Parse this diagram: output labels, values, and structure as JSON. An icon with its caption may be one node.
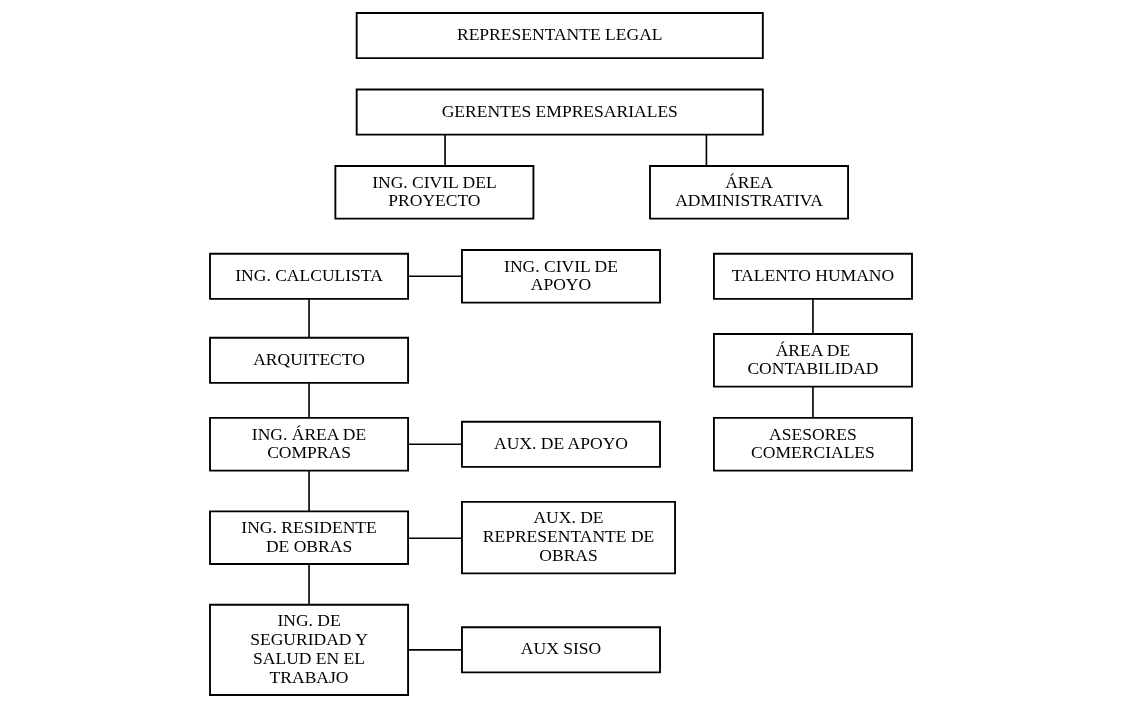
{
  "diagram": {
    "nodes": [
      {
        "text": [
          "REPRESENTANTE LEGAL"
        ]
      },
      {
        "text": [
          "GERENTES EMPRESARIALES"
        ]
      },
      {
        "text": [
          "ING. CIVIL DEL PROYECTO"
        ]
      },
      {
        "text": [
          "ÁREA ADMINISTRATIVA"
        ]
      },
      {
        "text": [
          "ING. CALCULISTA"
        ]
      },
      {
        "text": [
          "ING. CIVIL DE APOYO"
        ]
      },
      {
        "text": [
          "TALENTO HUMANO"
        ]
      },
      {
        "text": [
          "ARQUITECTO"
        ]
      },
      {
        "text": [
          "ÁREA DE CONTABILIDAD"
        ]
      },
      {
        "text": [
          "ING. ÁREA DE COMPRAS"
        ]
      },
      {
        "text": [
          "AUX. DE APOYO"
        ]
      },
      {
        "text": [
          "ASESORES COMERCIALES"
        ]
      },
      {
        "text": [
          "ING. RESIDENTE DE OBRAS"
        ]
      },
      {
        "text": [
          "AUX. DE REPRESENTANTE DE OBRAS"
        ]
      },
      {
        "text": [
          "ING. DE SEGURIDAD Y SALUD EN EL TRABAJO"
        ]
      },
      {
        "text": [
          "AUX SISO"
        ]
      }
    ],
    "edges": [
      {
        "from": 1,
        "to": 2,
        "arrow": "none"
      },
      {
        "from": 1,
        "to": 3,
        "arrow": "none"
      },
      {
        "from": 4,
        "to": 5,
        "arrow": "none"
      },
      {
        "from": 4,
        "to": 7,
        "arrow": "none"
      },
      {
        "from": 7,
        "to": 9,
        "arrow": "none"
      },
      {
        "from": 9,
        "to": 10,
        "arrow": "none"
      },
      {
        "from": 9,
        "to": 12,
        "arrow": "none"
      },
      {
        "from": 12,
        "to": 13,
        "arrow": "none"
      },
      {
        "from": 12,
        "to": 14,
        "arrow": "none"
      },
      {
        "from": 14,
        "to": 15,
        "arrow": "none"
      },
      {
        "from": 6,
        "to": 8,
        "arrow": "none"
      },
      {
        "from": 8,
        "to": 11,
        "arrow": "none"
      }
    ]
  }
}
